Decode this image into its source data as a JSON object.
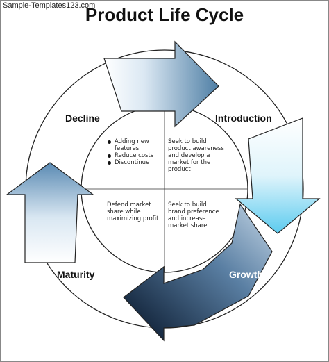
{
  "watermark": "Sample-Templates123.com",
  "title": "Product Life Cycle",
  "stages": {
    "decline": {
      "label": "Decline",
      "bullets": [
        "Adding new features",
        "Reduce costs",
        "Discontinue"
      ]
    },
    "introduction": {
      "label": "Introduction",
      "text": "Seek to build product awareness and develop a market for the product"
    },
    "growth": {
      "label": "Growth",
      "text": "Seek to build brand preference and increase market share"
    },
    "maturity": {
      "label": "Maturity",
      "text": "Defend market share while maximizing profit"
    }
  },
  "colors": {
    "arrow_light": "#eef4fa",
    "arrow_mid": "#8fb8d8",
    "arrow_cyan": "#6fd4f2",
    "arrow_dark": "#0a1e3a",
    "ring_line": "#222222"
  }
}
